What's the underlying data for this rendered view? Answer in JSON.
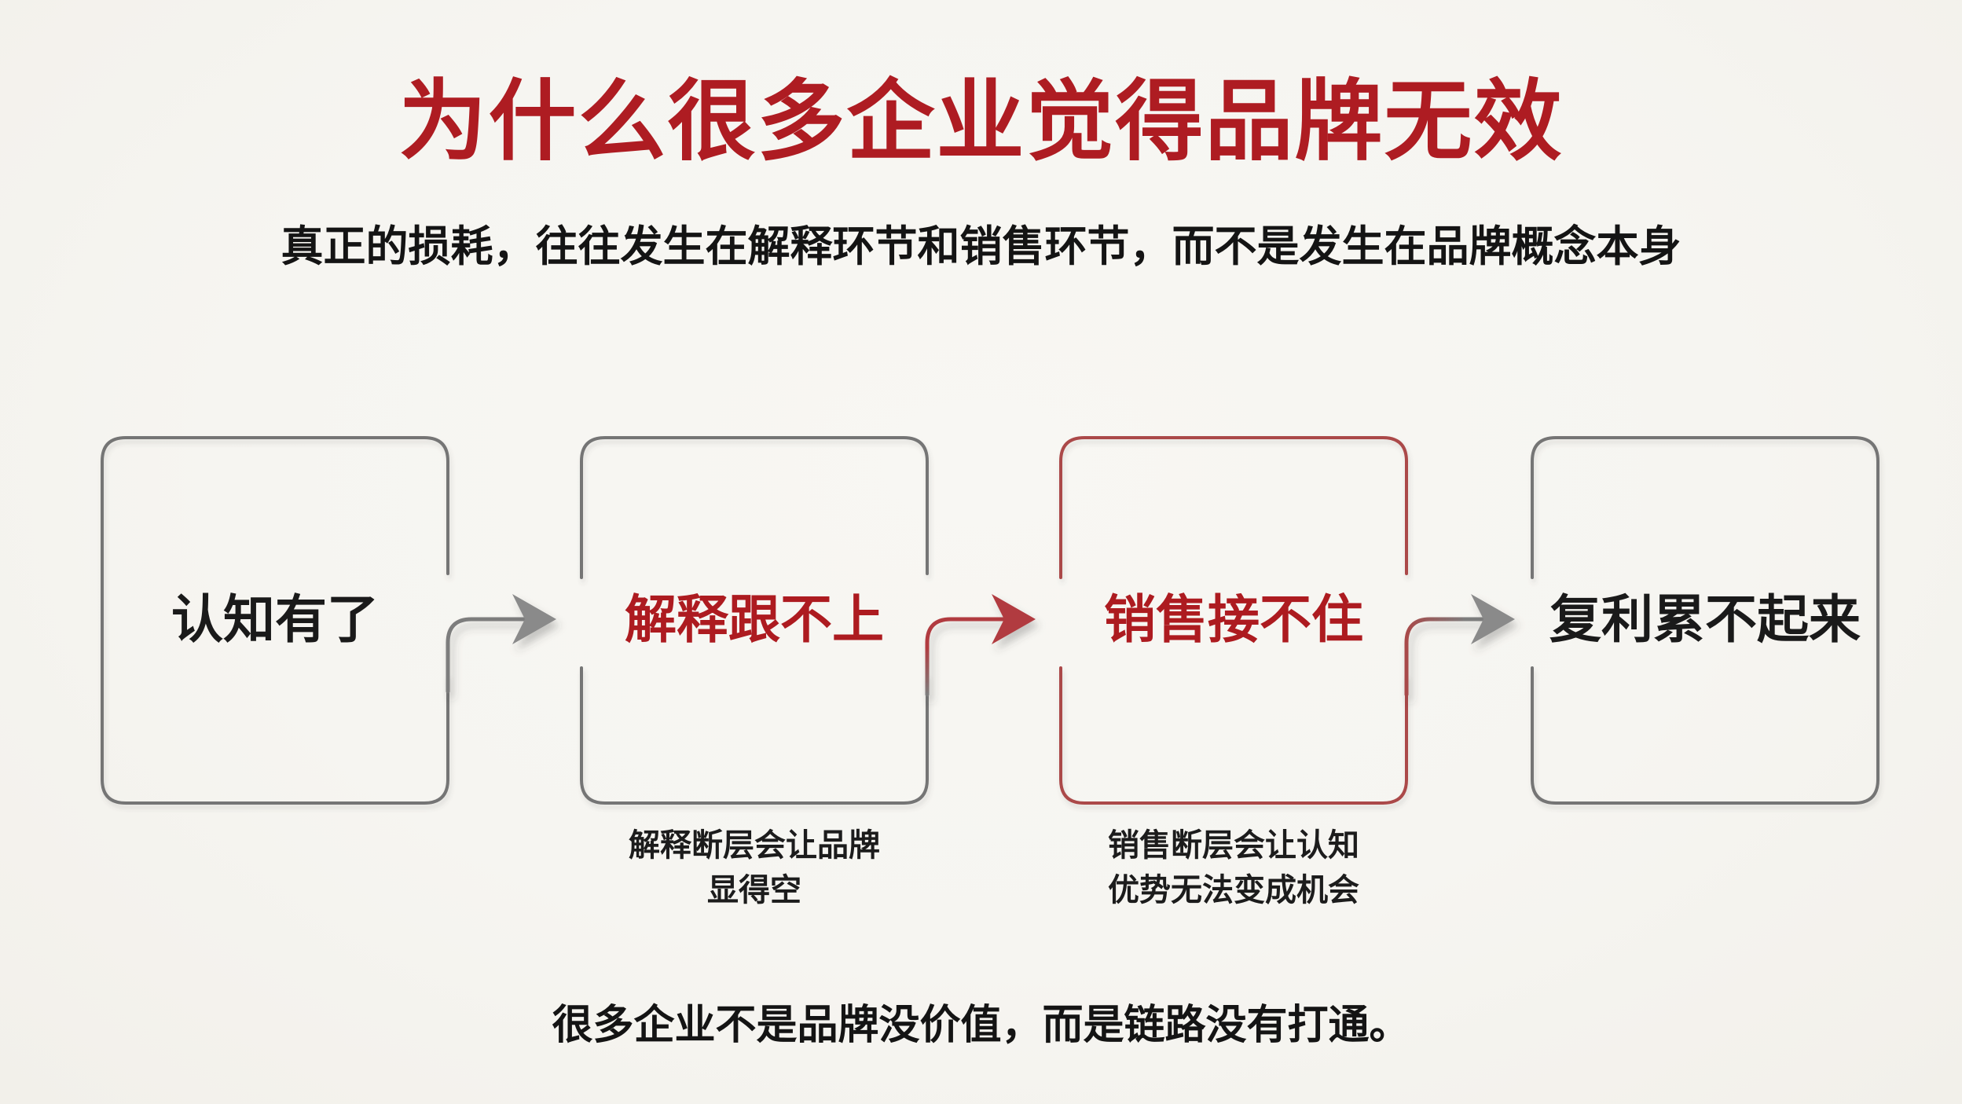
{
  "page": {
    "title": "为什么很多企业觉得品牌无效",
    "subtitle": "真正的损耗，往往发生在解释环节和销售环节，而不是发生在品牌概念本身",
    "conclusion": "很多企业不是品牌没价值，而是链路没有打通。"
  },
  "flow": {
    "steps": [
      {
        "label": "认知有了",
        "label_color": "black",
        "border_color": "gray",
        "caption": ""
      },
      {
        "label": "解释跟不上",
        "label_color": "red",
        "border_color": "gray",
        "caption": "解释断层会让品牌\n显得空"
      },
      {
        "label": "销售接不住",
        "label_color": "red",
        "border_color": "red",
        "caption": "销售断层会让认知\n优势无法变成机会"
      },
      {
        "label": "复利累不起来",
        "label_color": "black",
        "border_color": "gray",
        "caption": ""
      }
    ],
    "arrows": [
      {
        "from": "认知有了",
        "to": "解释跟不上",
        "color": "gray"
      },
      {
        "from": "解释跟不上",
        "to": "销售接不住",
        "color": "red"
      },
      {
        "from": "销售接不住",
        "to": "复利累不起来",
        "color": "gray"
      }
    ]
  },
  "colors": {
    "background": "#f6f5f1",
    "title_red": "#ae1c22",
    "label_red": "#ad1b20",
    "text_black": "#141414",
    "border_gray": "#747474",
    "border_red": "#ab4a4a",
    "arrow_gray": "#7d7d7d",
    "arrow_red": "#b13b3f"
  }
}
